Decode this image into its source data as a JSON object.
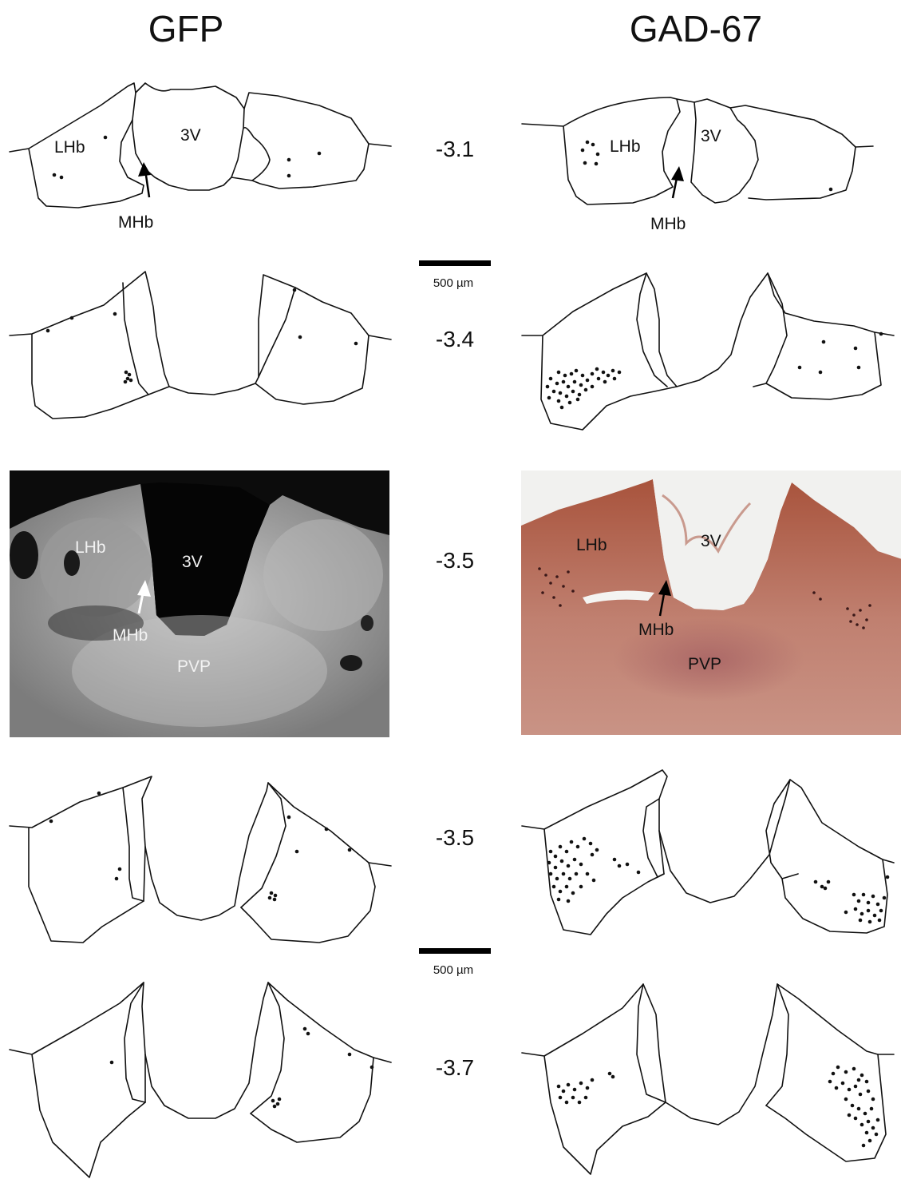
{
  "columns": {
    "left": "GFP",
    "right": "GAD-67"
  },
  "levels": [
    "-3.1",
    "-3.4",
    "-3.5",
    "-3.5",
    "-3.7"
  ],
  "scale_bar": {
    "label": "500 µm"
  },
  "regions": {
    "lhb": "LHb",
    "mhb": "MHb",
    "third_ventricle": "3V",
    "pvp": "PVP"
  },
  "panels": {
    "photo_gfp": {
      "background": "#0c0c0c",
      "tissue": "#8d8d8d"
    },
    "photo_gad67": {
      "background": "#f1f1ef",
      "tissue": "#b77865",
      "stain": "#a95f55"
    }
  }
}
